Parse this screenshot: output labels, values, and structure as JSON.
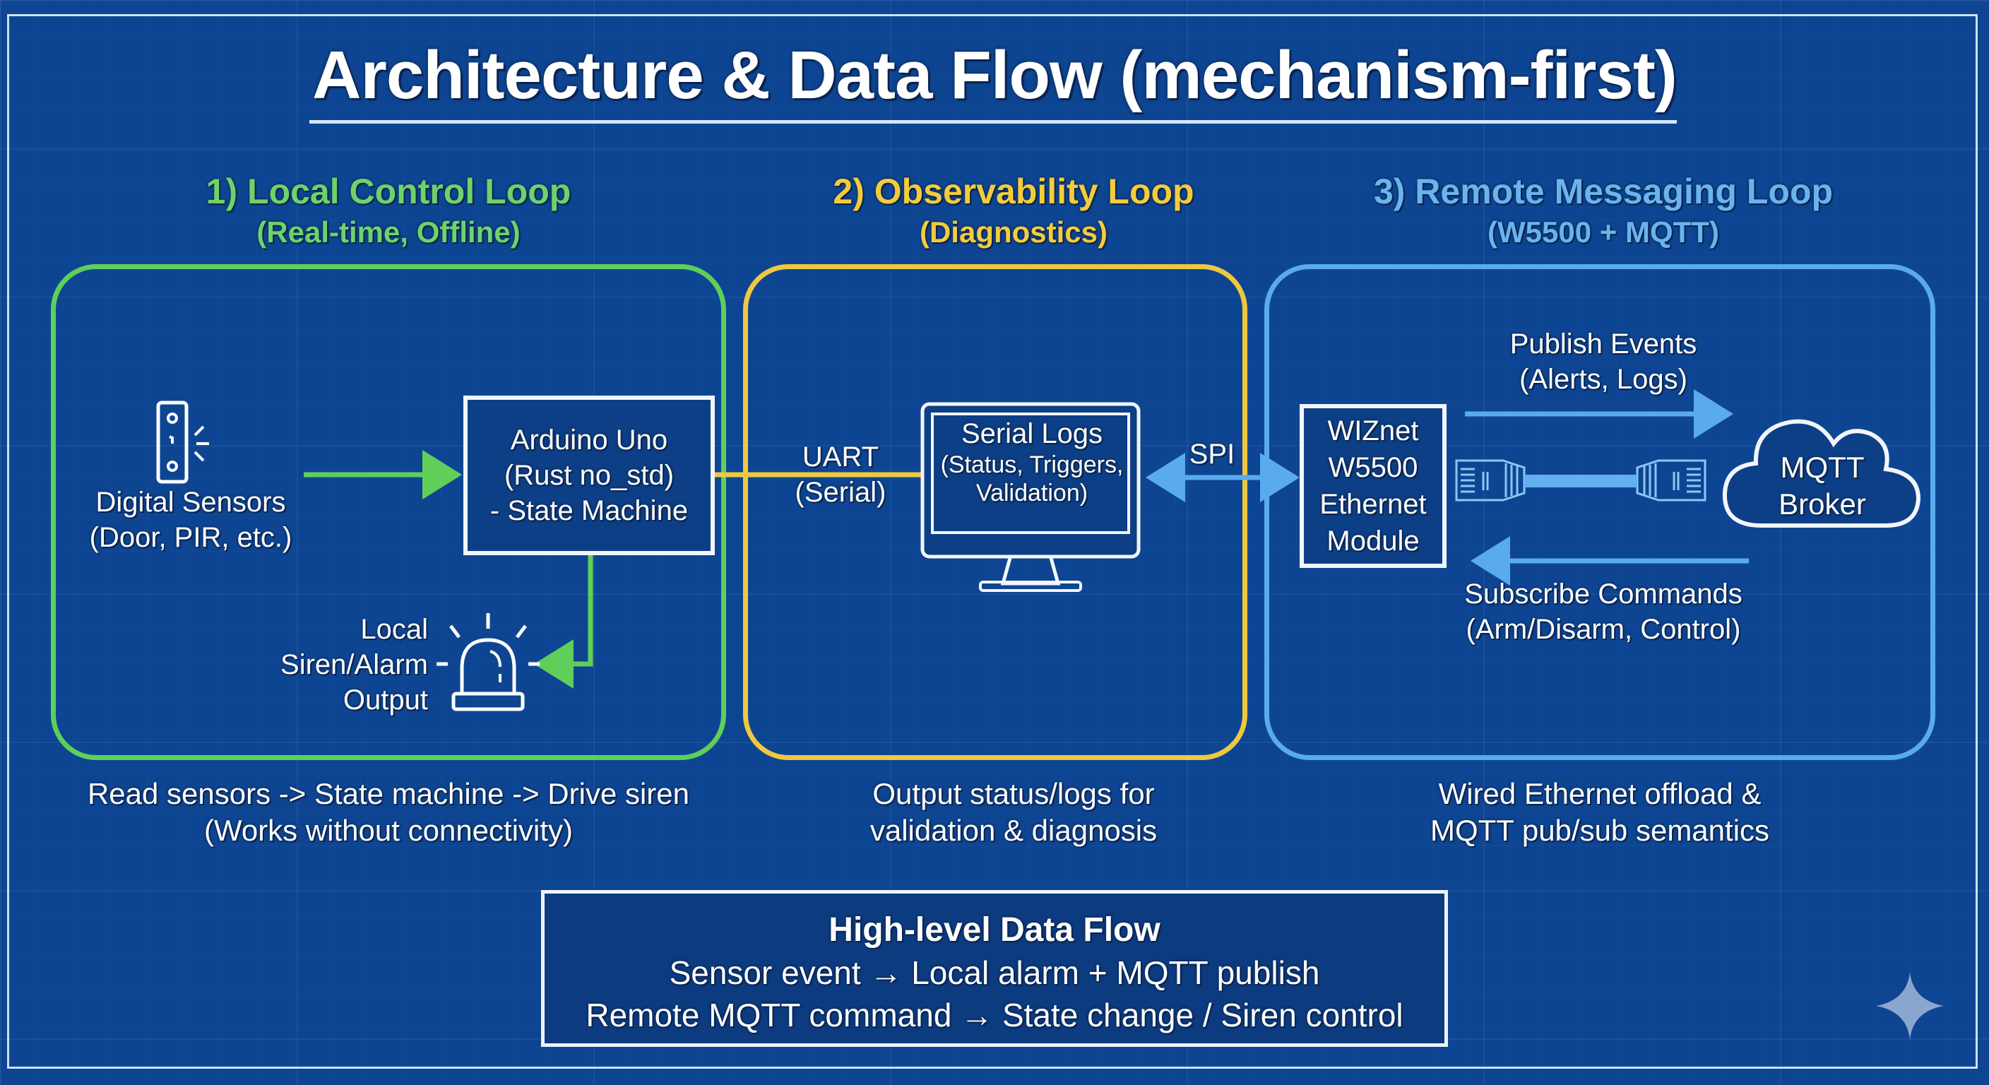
{
  "title": "Architecture & Data Flow (mechanism-first)",
  "loops": [
    {
      "heading": "1) Local Control Loop",
      "subheading": "(Real-time, Offline)",
      "color": "#6ed36a",
      "caption_lines": [
        "Read sensors -> State machine -> Drive siren",
        "(Works without connectivity)"
      ]
    },
    {
      "heading": "2) Observability Loop",
      "subheading": "(Diagnostics)",
      "color": "#f3cc3c",
      "caption_lines": [
        "Output status/logs for",
        "validation & diagnosis"
      ]
    },
    {
      "heading": "3) Remote Messaging Loop",
      "subheading": "(W5500 + MQTT)",
      "color": "#6ab4ec",
      "caption_lines": [
        "Wired Ethernet offload &",
        "MQTT pub/sub semantics"
      ]
    }
  ],
  "nodes": {
    "sensors": {
      "icon": "door-sensor-icon",
      "lines": [
        "Digital Sensors",
        "(Door, PIR, etc.)"
      ]
    },
    "arduino": {
      "lines": [
        "Arduino Uno",
        "(Rust no_std)",
        "- State Machine"
      ]
    },
    "siren": {
      "icon": "siren-icon",
      "lines": [
        "Local",
        "Siren/Alarm",
        "Output"
      ]
    },
    "serial_logs": {
      "icon": "monitor-icon",
      "lines": [
        "Serial Logs",
        "(Status, Triggers,",
        "Validation)"
      ]
    },
    "w5500": {
      "lines": [
        "WIZnet",
        "W5500",
        "Ethernet",
        "Module"
      ]
    },
    "broker": {
      "icon": "cloud-icon",
      "lines": [
        "MQTT",
        "Broker"
      ]
    }
  },
  "links": {
    "uart": [
      "UART",
      "(Serial)"
    ],
    "spi": "SPI",
    "publish": [
      "Publish Events",
      "(Alerts, Logs)"
    ],
    "subscribe": [
      "Subscribe Commands",
      "(Arm/Disarm, Control)"
    ],
    "cable_icon": "ethernet-cable-icon"
  },
  "summary": {
    "title": "High-level Data Flow",
    "lines": [
      "Sensor event → Local alarm + MQTT publish",
      "Remote MQTT command → State change / Siren control"
    ]
  },
  "watermark_icon": "sparkle-icon"
}
